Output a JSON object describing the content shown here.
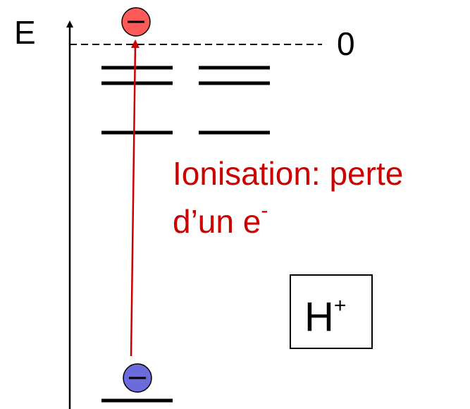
{
  "axis": {
    "label": "E"
  },
  "zero_level": {
    "label": "0"
  },
  "annotation": {
    "line1": "Ionisation: perte",
    "line2_main": "d’un e",
    "line2_sup": "-",
    "color": "#cc0000"
  },
  "ion": {
    "symbol": "H",
    "charge": "+"
  },
  "electrons": {
    "ionized_color": "#ff5a5a",
    "ground_color": "#6b6bdc"
  },
  "arrow": {
    "color": "#cc0000"
  }
}
